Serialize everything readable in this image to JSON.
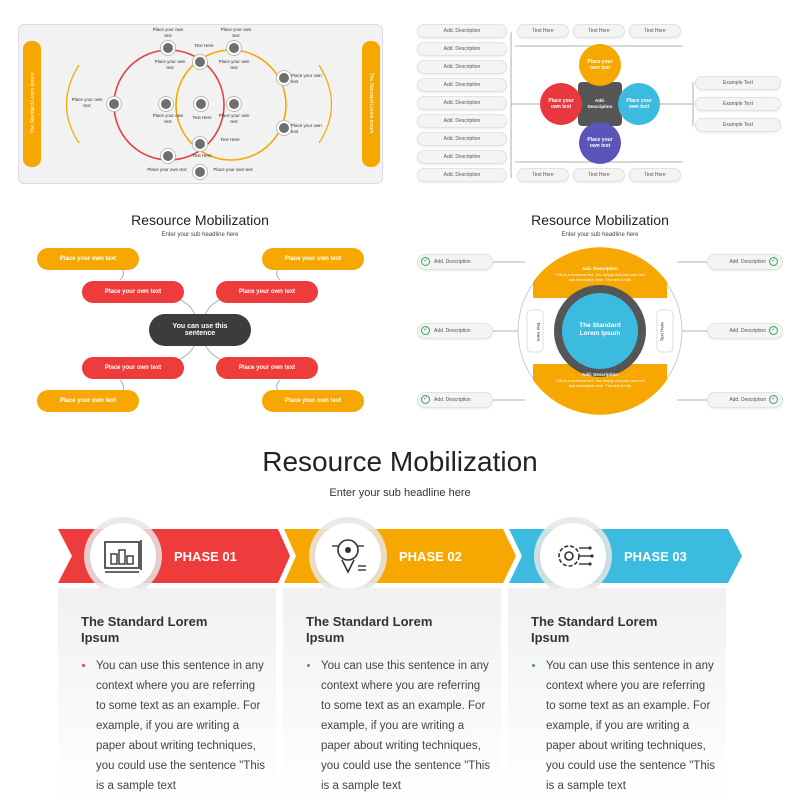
{
  "panel1": {
    "side_label": "The Standard Lorem Ipsum",
    "labels": [
      "Place your own text",
      "Text Here",
      "Place your own text",
      "Place your own text",
      "Place your own text",
      "Place your own text",
      "Place your own text",
      "Place your own text",
      "Text Here",
      "Place your own text",
      "Text Here",
      "Place your own text",
      "Place your own text",
      "Text Here",
      "Place your own text"
    ]
  },
  "panel2": {
    "left_items": [
      "Add. Description",
      "Add. Description",
      "Add. Description",
      "Add. Description",
      "Add. Description",
      "Add. Description",
      "Add. Description",
      "Add. Description",
      "Add. Description"
    ],
    "top_items": [
      "Text Here",
      "Text Here",
      "Text Here"
    ],
    "bottom_items": [
      "Text Here",
      "Text Here",
      "Text Here"
    ],
    "right_items": [
      "Example Text",
      "Example Text",
      "Example Text"
    ],
    "center": "Add. Description",
    "petal_top": "Place your own text",
    "petal_left": "Place your own text",
    "petal_right": "Place your own text",
    "petal_bottom": "Place your own text"
  },
  "panel3": {
    "title": "Resource Mobilization",
    "subtitle": "Enter your sub headline here",
    "center": "You can use this sentence",
    "yellow": [
      "Place your own text",
      "Place your own text",
      "Place your own text",
      "Place your own text"
    ],
    "red": [
      "Place your own text",
      "Place your own text",
      "Place your own text",
      "Place your own text"
    ]
  },
  "panel4": {
    "title": "Resource Mobilization",
    "subtitle": "Enter your sub headline here",
    "center": "The Standard Lorem Ipsum",
    "top_head": "Add. Description",
    "top_text": "This is a sentence text. You simply add your own text and description here. This text is fully",
    "bottom_head": "Add. Description",
    "bottom_text": "This is a sentence text. You simply add your own text and description here. This text is fully",
    "side_left": "Text Here",
    "side_right": "Text Here",
    "items": [
      "Add. Description",
      "Add. Description",
      "Add. Description",
      "Add. Description",
      "Add. Description",
      "Add. Description"
    ]
  },
  "main": {
    "title": "Resource Mobilization",
    "subtitle": "Enter your sub headline here",
    "phases": [
      {
        "label": "PHASE 01",
        "color": "#ee3b3b",
        "title": "The Standard Lorem Ipsum",
        "icon": "blueprint-icon",
        "text": "You can use this sentence in any context where you are referring to some text as an example. For example, if you are writing a paper about writing techniques, you could use the sentence \"This is a sample text"
      },
      {
        "label": "PHASE 02",
        "color": "#f7a800",
        "title": "The Standard Lorem Ipsum",
        "icon": "creative-pen-icon",
        "text": "You can use this sentence in any context where you are referring to some text as an example. For example, if you are writing a paper about writing techniques, you could use the sentence \"This is a sample text"
      },
      {
        "label": "PHASE 03",
        "color": "#3bbbe0",
        "title": "The Standard Lorem Ipsum",
        "icon": "gear-circuit-icon",
        "text": "You can use this sentence in any context where you are referring to some text as an example. For example, if you are writing a paper about writing techniques, you could use the sentence \"This is a sample text"
      }
    ]
  }
}
